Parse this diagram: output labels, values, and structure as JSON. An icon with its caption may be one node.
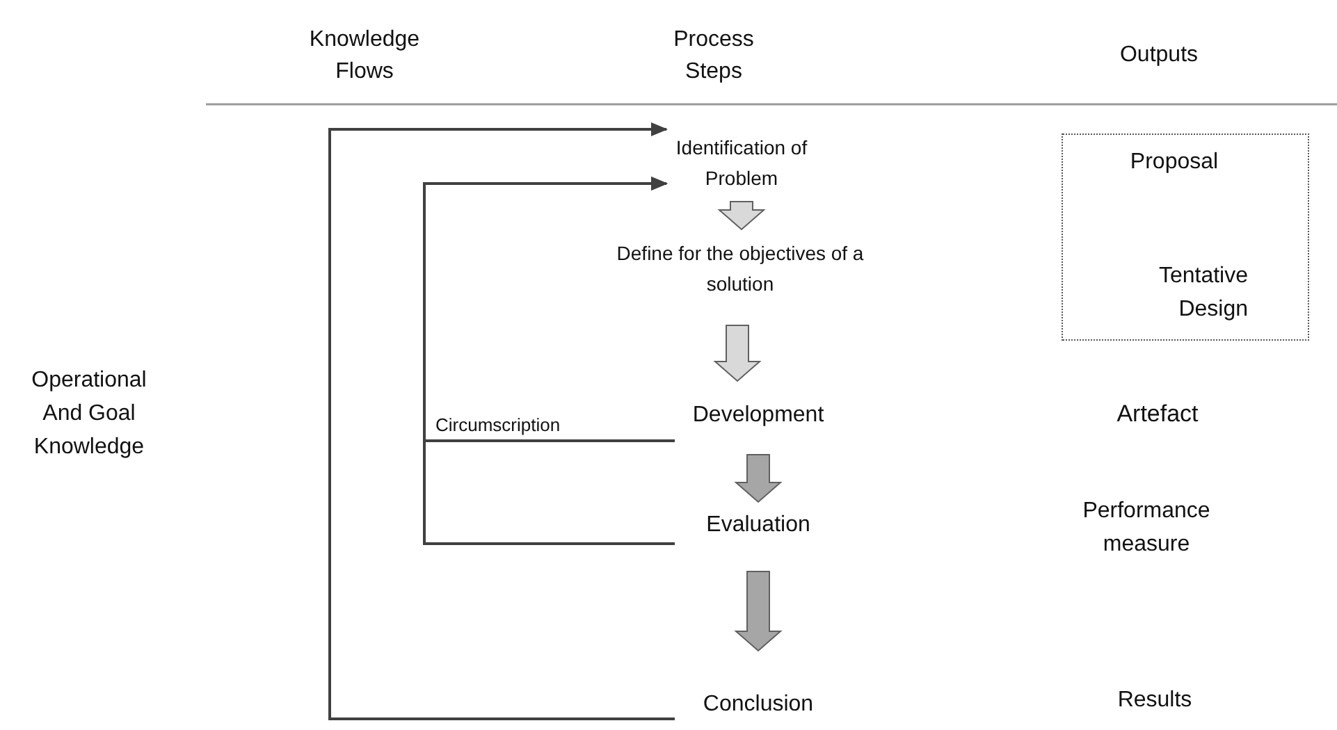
{
  "diagram": {
    "nodes": [
      {
        "text": [
          "Identification of Problem"
        ]
      },
      {
        "text": [
          "Define for the objectives of a solution"
        ]
      },
      {
        "text": [
          "Development"
        ]
      },
      {
        "text": [
          "Evaluation"
        ]
      },
      {
        "text": [
          "Conclusion"
        ]
      },
      {
        "text": [
          "Proposal",
          "Tentative Design"
        ]
      }
    ],
    "edges": [
      {
        "from": 4,
        "to": 0,
        "arrow": "to"
      },
      {
        "from": 2,
        "to": 0,
        "arrow": "to",
        "label": "Circumscription"
      },
      {
        "from": 3,
        "to": 0,
        "arrow": "to"
      },
      {
        "from": 0,
        "to": 1,
        "arrow": "to",
        "style": "thick"
      },
      {
        "from": 1,
        "to": 2,
        "arrow": "to",
        "style": "thick"
      },
      {
        "from": 2,
        "to": 3,
        "arrow": "to",
        "style": "thick",
        "color": "#a6a6a6"
      },
      {
        "from": 3,
        "to": 4,
        "arrow": "to",
        "style": "thick",
        "color": "#a6a6a6"
      }
    ],
    "labels": [
      "Knowledge Flows",
      "Process Steps",
      "Outputs",
      "Operational And Goal Knowledge",
      "Artefact",
      "Performance measure",
      "Results"
    ]
  }
}
